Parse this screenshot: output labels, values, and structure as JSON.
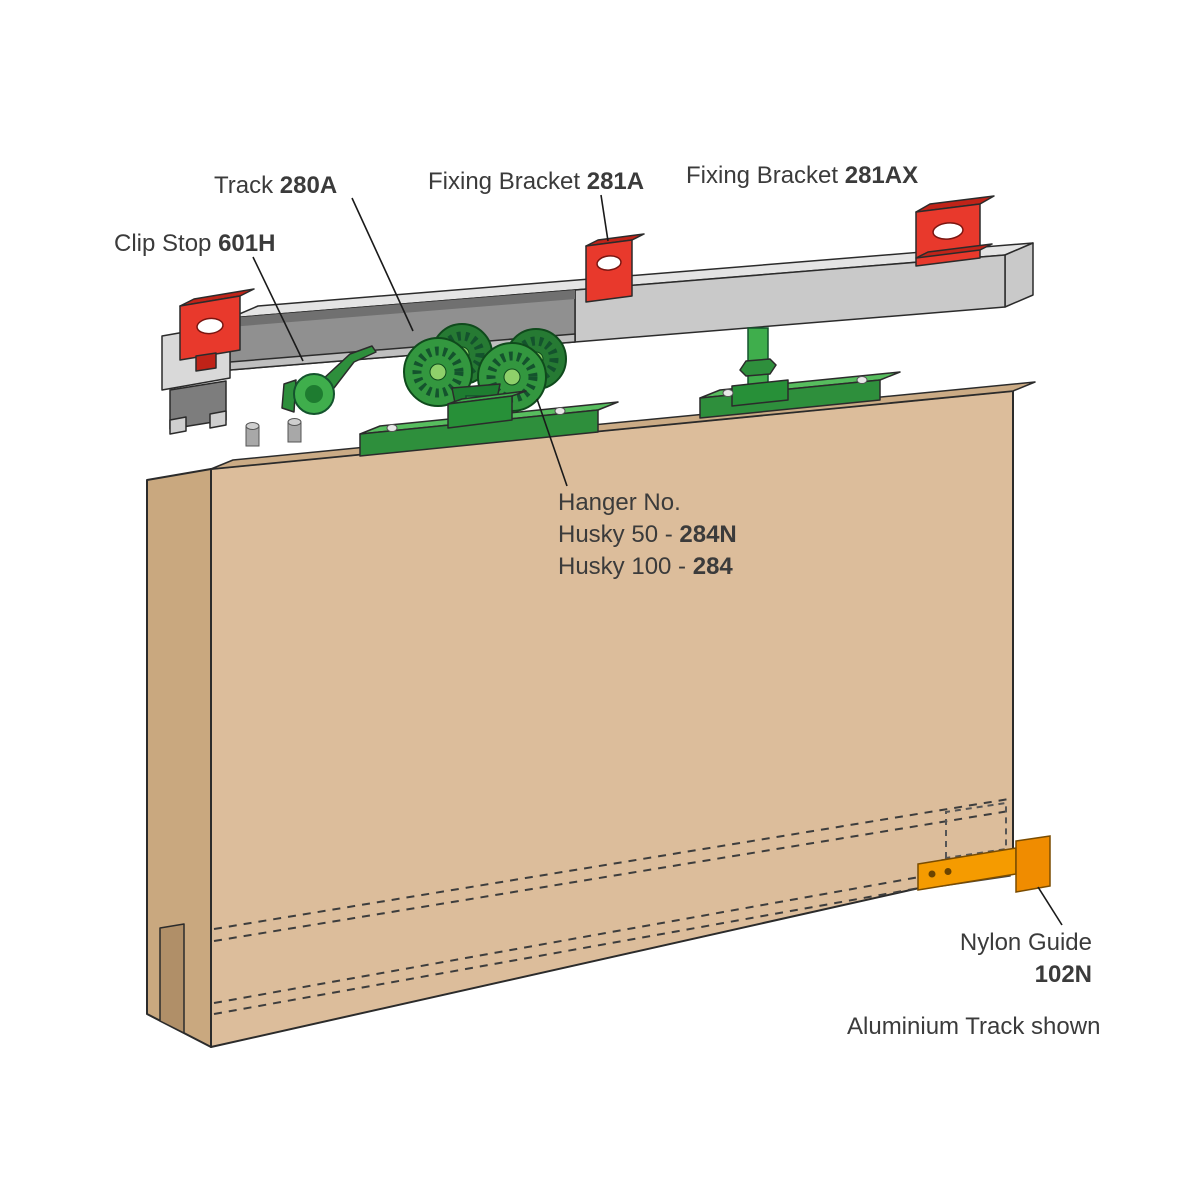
{
  "labels": {
    "track": {
      "prefix": "Track ",
      "code": "280A"
    },
    "fixing_bracket_a": {
      "prefix": "Fixing Bracket ",
      "code": "281A"
    },
    "fixing_bracket_ax": {
      "prefix": "Fixing Bracket ",
      "code": "281AX"
    },
    "clip_stop": {
      "prefix": "Clip Stop ",
      "code": "601H"
    },
    "hanger": {
      "title": "Hanger No.",
      "rows": [
        {
          "prefix": "Husky 50 - ",
          "code": "284N"
        },
        {
          "prefix": "Husky 100 - ",
          "code": "284"
        }
      ]
    },
    "nylon_guide": {
      "name": "Nylon Guide",
      "code": "102N"
    },
    "caption": "Aluminium Track shown"
  },
  "colors": {
    "text": "#3b3b3b",
    "outline": "#2b2b2b",
    "door_front": "#dcbd9b",
    "door_side": "#c9a87f",
    "door_top": "#cbab85",
    "groove_shadow": "#b08f68",
    "track_top": "#e4e4e4",
    "track_front": "#c9c9c9",
    "track_interior": "#909090",
    "track_interior_dark": "#707070",
    "track_lip": "#bfbfbf",
    "track_end": "#d9d9d9",
    "bracket_red": "#e8392c",
    "bracket_red_dark": "#c02318",
    "hanger_green": "#3fae4c",
    "hanger_green_mid": "#2e8f3c",
    "hanger_green_dark": "#1e7c30",
    "hanger_green_top": "#57bd5e",
    "hanger_hub": "#8fd06a",
    "guide_orange": "#f59b00",
    "guide_orange_dark": "#f08c00",
    "guide_block": "#ece8dc",
    "screw_gray": "#a8a8a8"
  }
}
